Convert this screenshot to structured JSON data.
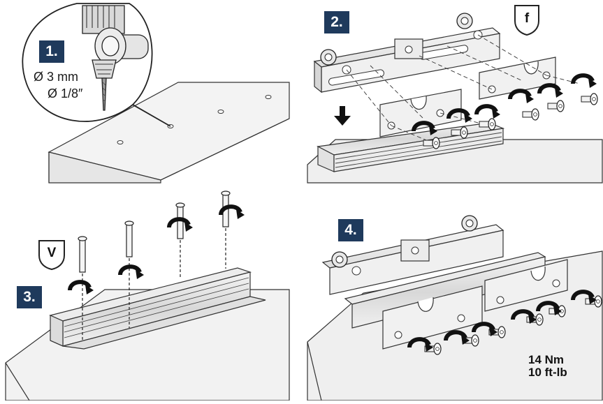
{
  "steps": [
    {
      "label": "1.",
      "drill_diameter_mm": "Ø 3 mm",
      "drill_diameter_in": "Ø 1/8″"
    },
    {
      "label": "2.",
      "icon_letter": "f"
    },
    {
      "label": "3.",
      "icon_letter": "V"
    },
    {
      "label": "4.",
      "torque_nm": "14 Nm",
      "torque_ftlb": "10 ft-lb"
    }
  ],
  "colors": {
    "badge": "#1f3a5c",
    "door": "#ececec",
    "metal": "#e2e2e2",
    "arrow": "#111111"
  },
  "icons": [
    "drill-icon",
    "rotate-arrow-icon",
    "down-arrow-icon",
    "screw-icon"
  ]
}
